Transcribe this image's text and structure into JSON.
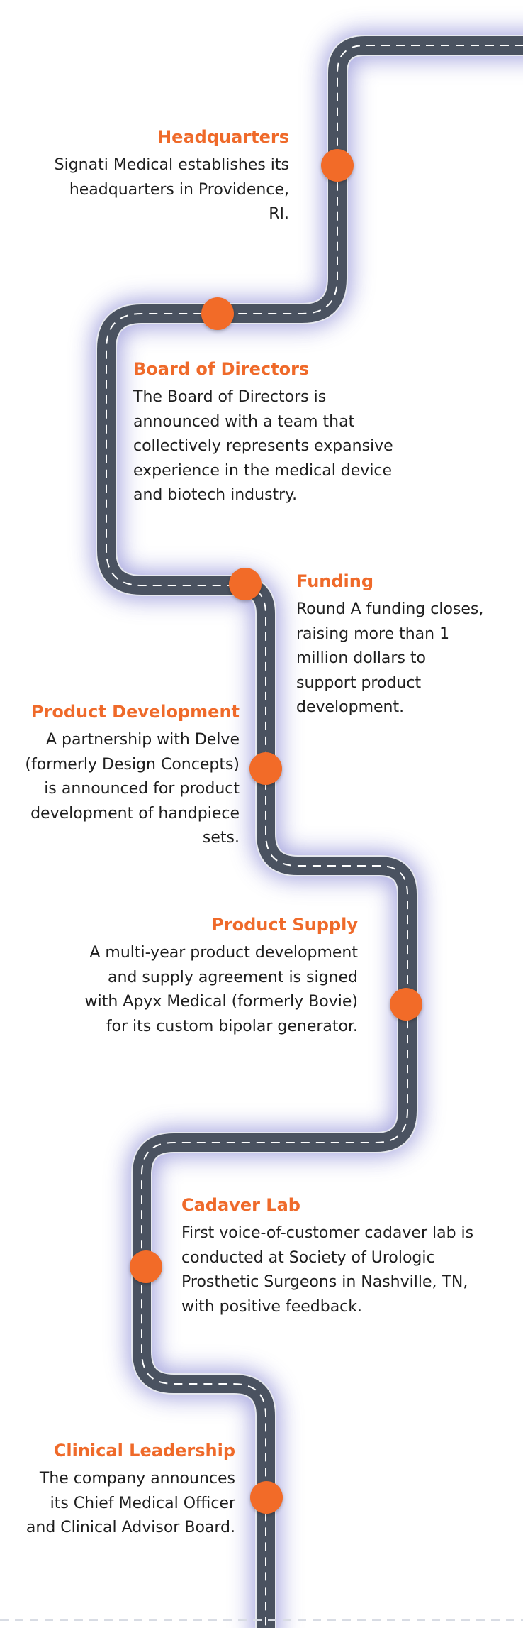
{
  "colors": {
    "accent": "#f26b28",
    "heading": "#ef6a2a",
    "road": "#4a5260",
    "road_edge": "#e6e8ee",
    "glow": "#5c5cc4",
    "text": "#1e1e1e"
  },
  "milestones": [
    {
      "title": "Headquarters",
      "body": "Signati Medical establishes its headquarters in Providence, RI."
    },
    {
      "title": "Board of Directors",
      "body": "The Board of Directors is announced with a team that collectively represents expansive experience in the medical device and biotech industry."
    },
    {
      "title": "Funding",
      "body": "Round A funding closes, raising more than 1 million dollars to support product development."
    },
    {
      "title": "Product Development",
      "body": "A partnership with Delve (formerly Design Concepts) is announced for product development of handpiece sets."
    },
    {
      "title": "Product Supply",
      "body": "A multi-year product development and supply agreement is signed with Apyx Medical (formerly Bovie) for its custom bipolar generator."
    },
    {
      "title": "Cadaver Lab",
      "body": "First voice-of-customer cadaver lab is conducted at Society of Urologic Prosthetic Surgeons in Nashville, TN, with positive feedback."
    },
    {
      "title": "Clinical Leadership",
      "body": "The company announces its Chief Medical Officer and Clinical Advisor Board."
    }
  ]
}
